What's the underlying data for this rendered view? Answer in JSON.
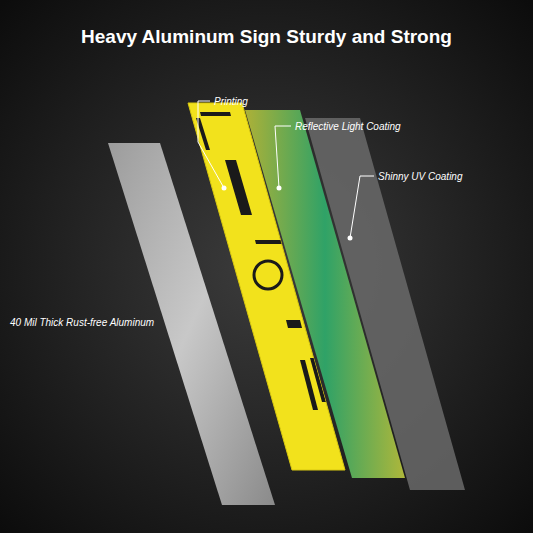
{
  "diagram": {
    "title": "Heavy Aluminum Sign Sturdy and Strong",
    "labels": [
      "Printing",
      "Reflective Light Coating",
      "Shinny UV Coating",
      "40 Mil Thick Rust-free Aluminum"
    ]
  }
}
